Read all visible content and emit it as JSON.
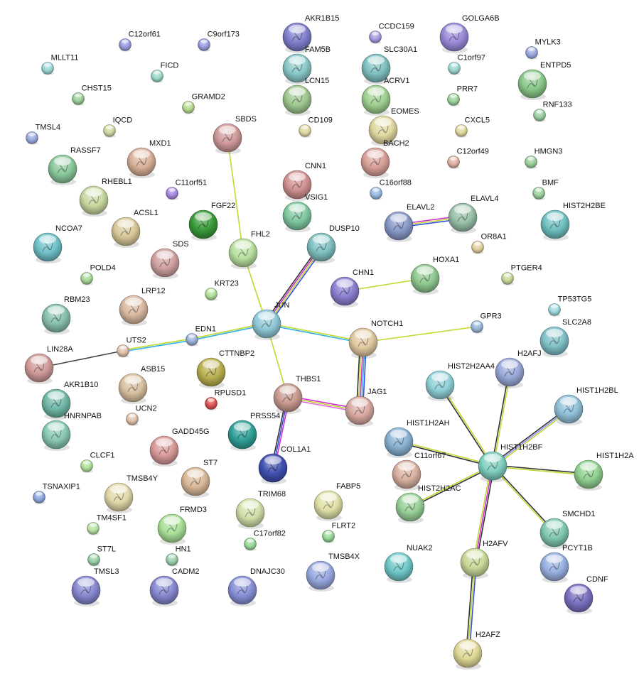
{
  "nodes": [
    {
      "name": "C12orf61",
      "color": "#9b9be0",
      "size": "small"
    },
    {
      "name": "C9orf173",
      "color": "#9b9be0",
      "size": "small"
    },
    {
      "name": "AKR1B15",
      "color": "#7f7fcc",
      "size": "large"
    },
    {
      "name": "CCDC159",
      "color": "#a89be0",
      "size": "small"
    },
    {
      "name": "GOLGA6B",
      "color": "#9a8ad8",
      "size": "large"
    },
    {
      "name": "MYLK3",
      "color": "#9aaae0",
      "size": "small"
    },
    {
      "name": "MLLT11",
      "color": "#9ad8d8",
      "size": "small"
    },
    {
      "name": "FICD",
      "color": "#9ad8c8",
      "size": "small"
    },
    {
      "name": "FAM5B",
      "color": "#8ac8c8",
      "size": "large"
    },
    {
      "name": "SLC30A1",
      "color": "#7fc0c0",
      "size": "large"
    },
    {
      "name": "C1orf97",
      "color": "#9ad8d0",
      "size": "small"
    },
    {
      "name": "ENTPD5",
      "color": "#8ac88a",
      "size": "large"
    },
    {
      "name": "CHST15",
      "color": "#9ad09a",
      "size": "small"
    },
    {
      "name": "GRAMD2",
      "color": "#b8d890",
      "size": "small"
    },
    {
      "name": "LCN15",
      "color": "#a0c890",
      "size": "large"
    },
    {
      "name": "ACRV1",
      "color": "#a0d090",
      "size": "large"
    },
    {
      "name": "PRR7",
      "color": "#9ad09a",
      "size": "small"
    },
    {
      "name": "RNF133",
      "color": "#9ad0a0",
      "size": "small"
    },
    {
      "name": "TMSL4",
      "color": "#9aa8e0",
      "size": "small"
    },
    {
      "name": "IQCD",
      "color": "#d0d8a0",
      "size": "small"
    },
    {
      "name": "SBDS",
      "color": "#d09a9a",
      "size": "large"
    },
    {
      "name": "CD109",
      "color": "#e0d8a0",
      "size": "small"
    },
    {
      "name": "EOMES",
      "color": "#e0d8a0",
      "size": "large"
    },
    {
      "name": "CXCL5",
      "color": "#e0d8a0",
      "size": "small"
    },
    {
      "name": "RASSF7",
      "color": "#8ac89a",
      "size": "large"
    },
    {
      "name": "MXD1",
      "color": "#d8b098",
      "size": "large"
    },
    {
      "name": "BACH2",
      "color": "#d8a098",
      "size": "large"
    },
    {
      "name": "C12orf49",
      "color": "#e0b0a0",
      "size": "small"
    },
    {
      "name": "HMGN3",
      "color": "#9ad09a",
      "size": "small"
    },
    {
      "name": "C11orf51",
      "color": "#a888e0",
      "size": "small"
    },
    {
      "name": "RHEBL1",
      "color": "#c8d8a0",
      "size": "large"
    },
    {
      "name": "CNN1",
      "color": "#d09090",
      "size": "large"
    },
    {
      "name": "C16orf88",
      "color": "#98b8e0",
      "size": "small"
    },
    {
      "name": "BMF",
      "color": "#9ad09a",
      "size": "small"
    },
    {
      "name": "FGF22",
      "color": "#3a9a3a",
      "size": "large"
    },
    {
      "name": "VSIG1",
      "color": "#80c8a0",
      "size": "large"
    },
    {
      "name": "ELAVL2",
      "color": "#8898c8",
      "size": "large"
    },
    {
      "name": "ELAVL4",
      "color": "#98c0a8",
      "size": "large"
    },
    {
      "name": "HIST2H2BE",
      "color": "#70c0c0",
      "size": "large"
    },
    {
      "name": "ACSL1",
      "color": "#d8c898",
      "size": "large"
    },
    {
      "name": "NCOA7",
      "color": "#70c0c8",
      "size": "large"
    },
    {
      "name": "FHL2",
      "color": "#b8e0a0",
      "size": "large"
    },
    {
      "name": "DUSP10",
      "color": "#80c0c0",
      "size": "large"
    },
    {
      "name": "OR8A1",
      "color": "#e0d0a0",
      "size": "small"
    },
    {
      "name": "SDS",
      "color": "#d0a0a0",
      "size": "large"
    },
    {
      "name": "HOXA1",
      "color": "#90c890",
      "size": "large"
    },
    {
      "name": "CHN1",
      "color": "#8a80d0",
      "size": "large"
    },
    {
      "name": "PTGER4",
      "color": "#c8d898",
      "size": "small"
    },
    {
      "name": "POLD4",
      "color": "#a8d898",
      "size": "small"
    },
    {
      "name": "KRT23",
      "color": "#b0e098",
      "size": "small"
    },
    {
      "name": "LRP12",
      "color": "#d8b8a0",
      "size": "large"
    },
    {
      "name": "RBM23",
      "color": "#88c0b0",
      "size": "large"
    },
    {
      "name": "TP53TG5",
      "color": "#a0d8e0",
      "size": "small"
    },
    {
      "name": "JUN",
      "color": "#90c8d8",
      "size": "large"
    },
    {
      "name": "EDN1",
      "color": "#98b0d8",
      "size": "small"
    },
    {
      "name": "GPR3",
      "color": "#98b8d8",
      "size": "small"
    },
    {
      "name": "NOTCH1",
      "color": "#e0c8a0",
      "size": "large"
    },
    {
      "name": "SLC2A8",
      "color": "#80c0c8",
      "size": "large"
    },
    {
      "name": "UTS2",
      "color": "#e0c0a8",
      "size": "small"
    },
    {
      "name": "LIN28A",
      "color": "#d09a98",
      "size": "large"
    },
    {
      "name": "CTTNBP2",
      "color": "#b8b050",
      "size": "large"
    },
    {
      "name": "H2AFJ",
      "color": "#98a8d8",
      "size": "large"
    },
    {
      "name": "ASB15",
      "color": "#d8c0a0",
      "size": "large"
    },
    {
      "name": "HIST2H2AA4",
      "color": "#90d0d8",
      "size": "large"
    },
    {
      "name": "THBS1",
      "color": "#c89a90",
      "size": "large"
    },
    {
      "name": "JAG1",
      "color": "#d8a8a0",
      "size": "large"
    },
    {
      "name": "HIST1H2BL",
      "color": "#90c0d8",
      "size": "large"
    },
    {
      "name": "AKR1B10",
      "color": "#70b8a8",
      "size": "large"
    },
    {
      "name": "RPUSD1",
      "color": "#e05050",
      "size": "small"
    },
    {
      "name": "UCN2",
      "color": "#e0c0a8",
      "size": "small"
    },
    {
      "name": "HNRNPAB",
      "color": "#88c8b0",
      "size": "large"
    },
    {
      "name": "PRSS54",
      "color": "#30a098",
      "size": "large"
    },
    {
      "name": "GADD45G",
      "color": "#d89a98",
      "size": "large"
    },
    {
      "name": "HIST1H2AH",
      "color": "#88b0d0",
      "size": "large"
    },
    {
      "name": "HIST1H2BF",
      "color": "#80d0c0",
      "size": "large"
    },
    {
      "name": "C11orf67",
      "color": "#d8b0a0",
      "size": "large"
    },
    {
      "name": "COL1A1",
      "color": "#4050b0",
      "size": "large"
    },
    {
      "name": "HIST1H2A",
      "color": "#90d090",
      "size": "large"
    },
    {
      "name": "CLCF1",
      "color": "#b0e098",
      "size": "small"
    },
    {
      "name": "ST7",
      "color": "#d8b898",
      "size": "large"
    },
    {
      "name": "TSNAXIP1",
      "color": "#90a8e0",
      "size": "small"
    },
    {
      "name": "TMSB4Y",
      "color": "#e0d8a8",
      "size": "large"
    },
    {
      "name": "HIST2H2AC",
      "color": "#98d098",
      "size": "large"
    },
    {
      "name": "TRIM68",
      "color": "#d0e0a8",
      "size": "large"
    },
    {
      "name": "FABP5",
      "color": "#e0e0a8",
      "size": "large"
    },
    {
      "name": "FRMD3",
      "color": "#a8e098",
      "size": "large"
    },
    {
      "name": "TM4SF1",
      "color": "#b8e0a0",
      "size": "small"
    },
    {
      "name": "SMCHD1",
      "color": "#80c8b0",
      "size": "large"
    },
    {
      "name": "C17orf82",
      "color": "#98d898",
      "size": "small"
    },
    {
      "name": "FLRT2",
      "color": "#98d898",
      "size": "small"
    },
    {
      "name": "H2AFV",
      "color": "#c8d898",
      "size": "large"
    },
    {
      "name": "NUAK2",
      "color": "#70c8c8",
      "size": "large"
    },
    {
      "name": "ST7L",
      "color": "#98d0a8",
      "size": "small"
    },
    {
      "name": "HN1",
      "color": "#98d0a8",
      "size": "small"
    },
    {
      "name": "PCYT1B",
      "color": "#98b0e0",
      "size": "large"
    },
    {
      "name": "TMSB4X",
      "color": "#98a8e0",
      "size": "large"
    },
    {
      "name": "TMSL3",
      "color": "#8888d0",
      "size": "large"
    },
    {
      "name": "CADM2",
      "color": "#8888d0",
      "size": "large"
    },
    {
      "name": "DNAJC30",
      "color": "#8890d8",
      "size": "large"
    },
    {
      "name": "CDNF",
      "color": "#7a70c0",
      "size": "large"
    },
    {
      "name": "H2AFZ",
      "color": "#e0d898",
      "size": "large"
    }
  ],
  "edges": [
    {
      "a": "SBDS",
      "b": "FHL2",
      "colors": [
        "#c0d830"
      ]
    },
    {
      "a": "FHL2",
      "b": "JUN",
      "colors": [
        "#c0d830"
      ]
    },
    {
      "a": "JUN",
      "b": "DUSP10",
      "colors": [
        "#333333",
        "#d030d0",
        "#c0d830",
        "#3050e0"
      ]
    },
    {
      "a": "JUN",
      "b": "EDN1",
      "colors": [
        "#30b0e0",
        "#c0d830"
      ]
    },
    {
      "a": "EDN1",
      "b": "UTS2",
      "colors": [
        "#30b0e0",
        "#c0d830"
      ]
    },
    {
      "a": "UTS2",
      "b": "LIN28A",
      "colors": [
        "#444444"
      ]
    },
    {
      "a": "JUN",
      "b": "NOTCH1",
      "colors": [
        "#c0d830",
        "#30b0e0"
      ]
    },
    {
      "a": "JUN",
      "b": "THBS1",
      "colors": [
        "#c0d830"
      ]
    },
    {
      "a": "NOTCH1",
      "b": "GPR3",
      "colors": [
        "#c0d830"
      ]
    },
    {
      "a": "NOTCH1",
      "b": "JAG1",
      "colors": [
        "#3050e0",
        "#30b0e0",
        "#d030d0",
        "#c0d830",
        "#333333"
      ]
    },
    {
      "a": "THBS1",
      "b": "JAG1",
      "colors": [
        "#d030d0",
        "#c0d830",
        "#e070e0"
      ]
    },
    {
      "a": "THBS1",
      "b": "COL1A1",
      "colors": [
        "#d030d0",
        "#3050e0",
        "#333333"
      ]
    },
    {
      "a": "ELAVL2",
      "b": "ELAVL4",
      "colors": [
        "#d030d0",
        "#c0d830",
        "#3050e0"
      ]
    },
    {
      "a": "CHN1",
      "b": "HOXA1",
      "colors": [
        "#c0d830"
      ]
    },
    {
      "a": "HIST1H2BF",
      "b": "HIST2H2AA4",
      "colors": [
        "#333333",
        "#c0d830"
      ]
    },
    {
      "a": "HIST1H2BF",
      "b": "H2AFJ",
      "colors": [
        "#333333",
        "#c0d830"
      ]
    },
    {
      "a": "HIST1H2BF",
      "b": "HIST1H2BL",
      "colors": [
        "#333333",
        "#9090ff",
        "#c0d830"
      ]
    },
    {
      "a": "HIST1H2BF",
      "b": "HIST1H2AH",
      "colors": [
        "#333333",
        "#c0d830"
      ]
    },
    {
      "a": "HIST1H2BF",
      "b": "HIST1H2A",
      "colors": [
        "#333333",
        "#c0d830"
      ]
    },
    {
      "a": "HIST1H2BF",
      "b": "HIST2H2AC",
      "colors": [
        "#333333",
        "#c0d830"
      ]
    },
    {
      "a": "HIST1H2BF",
      "b": "SMCHD1",
      "colors": [
        "#333333",
        "#c0d830"
      ]
    },
    {
      "a": "HIST1H2BF",
      "b": "H2AFV",
      "colors": [
        "#333333",
        "#d030d0",
        "#c0d830"
      ]
    },
    {
      "a": "H2AFV",
      "b": "H2AFZ",
      "colors": [
        "#3050e0",
        "#c0d830",
        "#333333"
      ]
    }
  ]
}
